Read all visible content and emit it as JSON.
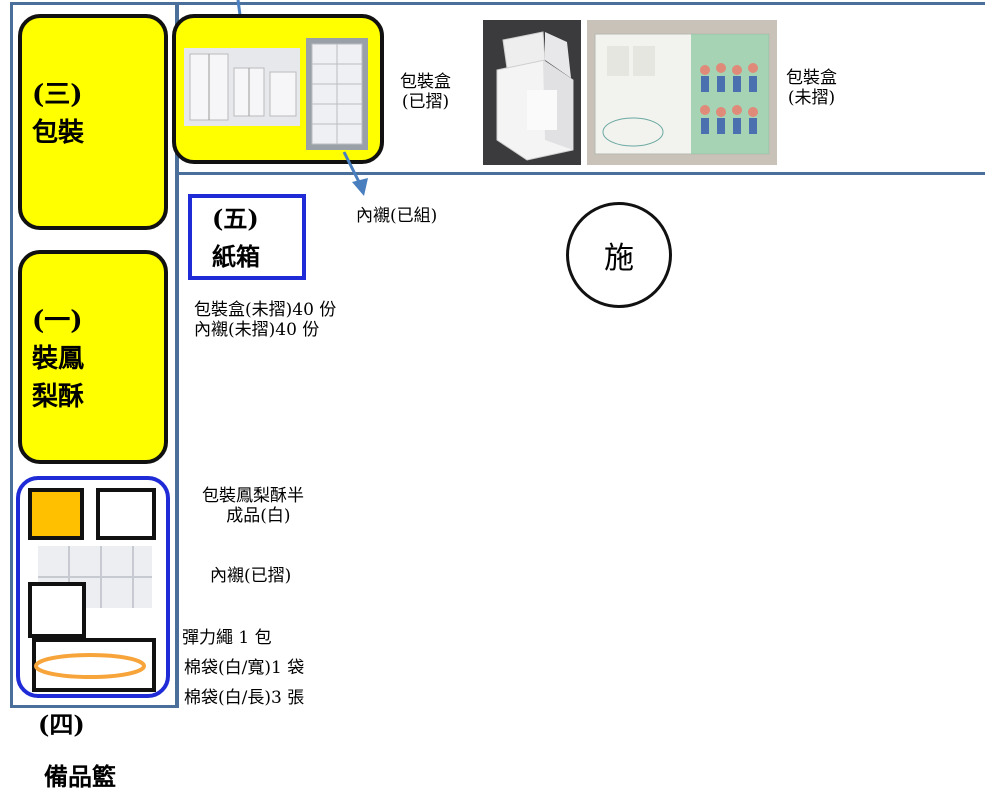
{
  "stations": {
    "packaging": "(三)\n包裝",
    "fill": "(一)\n裝鳳\n梨酥",
    "box": "(五)\n紙箱",
    "basket_num": "(四)",
    "basket": "備品籃"
  },
  "labels": {
    "box_folded": "包裝盒\n(已摺)",
    "box_unfolded": "包裝盒\n(未摺)",
    "liner_assembled": "內襯(已組)",
    "carton_contents": "包裝盒(未摺)40 份\n內襯(未摺)40 份",
    "semi_product": "包裝鳳梨酥半\n  成品(白)",
    "liner_folded": "內襯(已摺)",
    "elastic": "彈力繩 1 包",
    "cotton_wide": "棉袋(白/寬)1 袋",
    "cotton_long": "棉袋(白/長)3 張"
  },
  "circle_label": "施",
  "colors": {
    "station_fill": "#ffff00",
    "border_blue": "#1f2bd6",
    "line_blue": "#4a6f9a",
    "orange": "#f7a43a",
    "gold": "#ffc000"
  }
}
